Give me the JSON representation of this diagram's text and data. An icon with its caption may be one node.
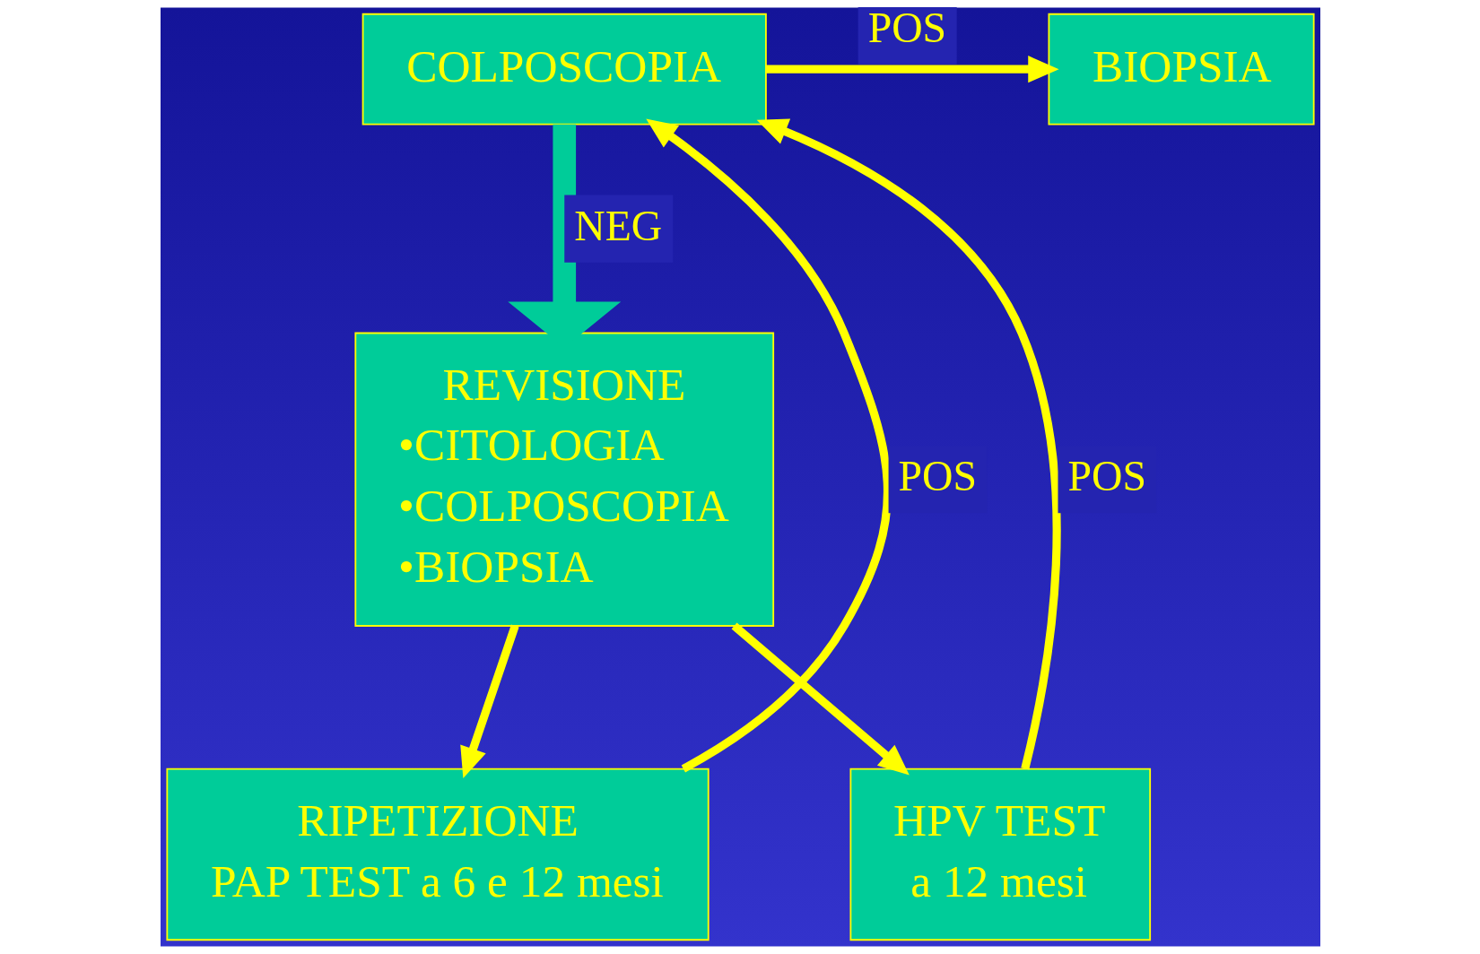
{
  "diagram": {
    "nodes": [
      {
        "text": [
          "COLPOSCOPIA"
        ]
      },
      {
        "text": [
          "BIOPSIA"
        ]
      },
      {
        "text": [
          "REVISIONE",
          "•CITOLOGIA",
          "•COLPOSCOPIA",
          "•BIOPSIA"
        ]
      },
      {
        "text": [
          "RIPETIZIONE",
          "PAP TEST a 6 e 12 mesi"
        ]
      },
      {
        "text": [
          "HPV TEST",
          "a 12 mesi"
        ]
      }
    ],
    "edges": [
      {
        "from": 0,
        "to": 1,
        "arrow": "to",
        "label": "POS"
      },
      {
        "from": 0,
        "to": 2,
        "arrow": "to",
        "label": "NEG",
        "style": "thick",
        "color": "#00cc99"
      },
      {
        "from": 2,
        "to": 3,
        "arrow": "to"
      },
      {
        "from": 2,
        "to": 4,
        "arrow": "to"
      },
      {
        "from": 3,
        "to": 0,
        "arrow": "to",
        "label": "POS"
      },
      {
        "from": 4,
        "to": 0,
        "arrow": "to",
        "label": "POS"
      }
    ]
  }
}
